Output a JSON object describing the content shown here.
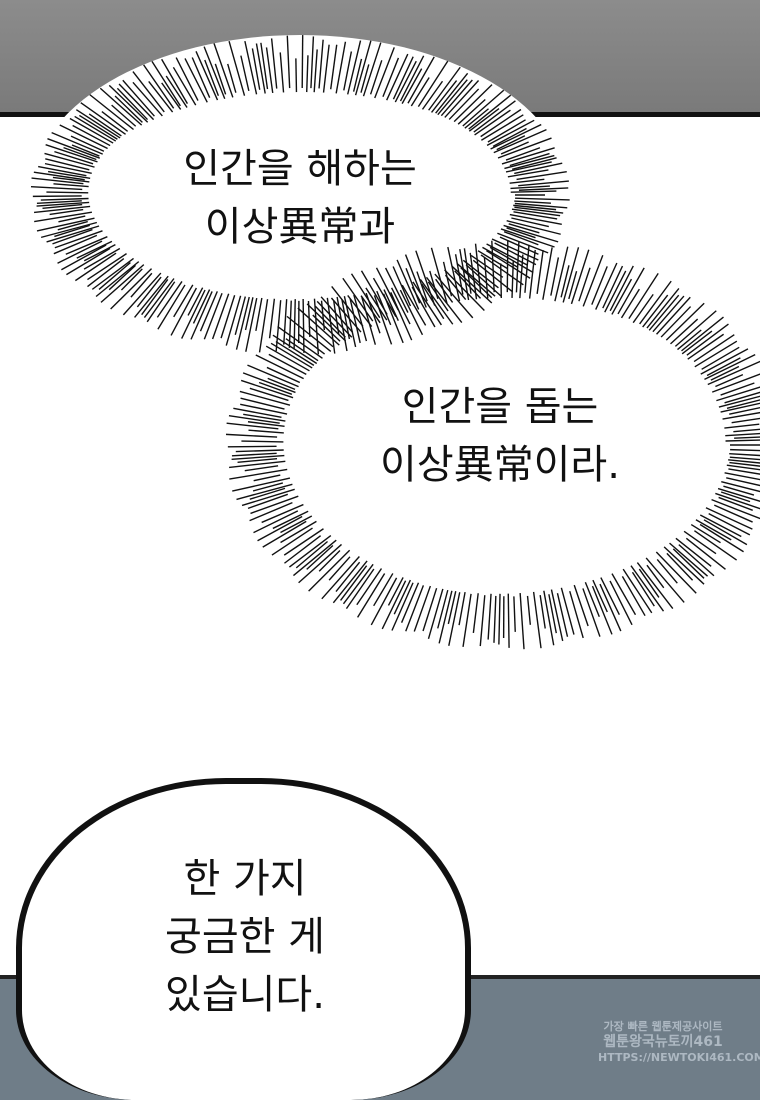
{
  "bubbles": [
    {
      "type": "thought-burst",
      "lines": "인간을 해하는\n이상異常과"
    },
    {
      "type": "thought-burst",
      "lines": "인간을 돕는\n이상異常이라."
    },
    {
      "type": "speech",
      "lines": "한 가지\n궁금한 게\n있습니다."
    }
  ],
  "watermark": {
    "line1": "가장 빠른 웹툰제공사이트",
    "line2": "웹툰왕국뉴토끼461",
    "line3": "HTTPS://NEWTOKI461.COM"
  }
}
